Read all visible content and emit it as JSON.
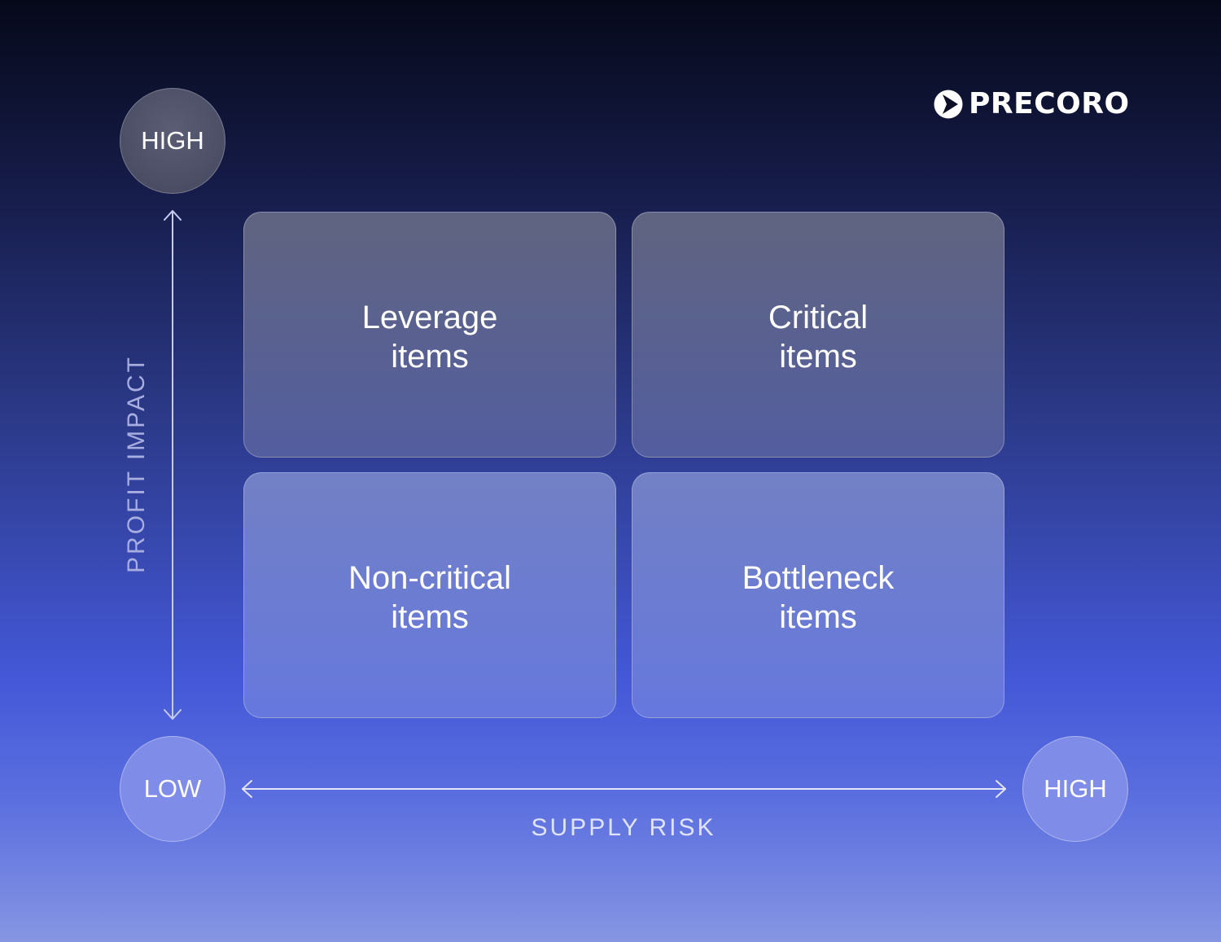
{
  "brand": {
    "name": "PRECORO",
    "icon": "play-arrow-logo-icon",
    "color": "#ffffff"
  },
  "y_axis": {
    "label": "PROFIT IMPACT",
    "high": "HIGH",
    "low": "LOW"
  },
  "x_axis": {
    "label": "SUPPLY RISK",
    "low": "LOW",
    "high": "HIGH"
  },
  "quadrants": {
    "top_left": {
      "line1": "Leverage",
      "line2": "items"
    },
    "top_right": {
      "line1": "Critical",
      "line2": "items"
    },
    "bottom_left": {
      "line1": "Non-critical",
      "line2": "items"
    },
    "bottom_right": {
      "line1": "Bottleneck",
      "line2": "items"
    }
  }
}
